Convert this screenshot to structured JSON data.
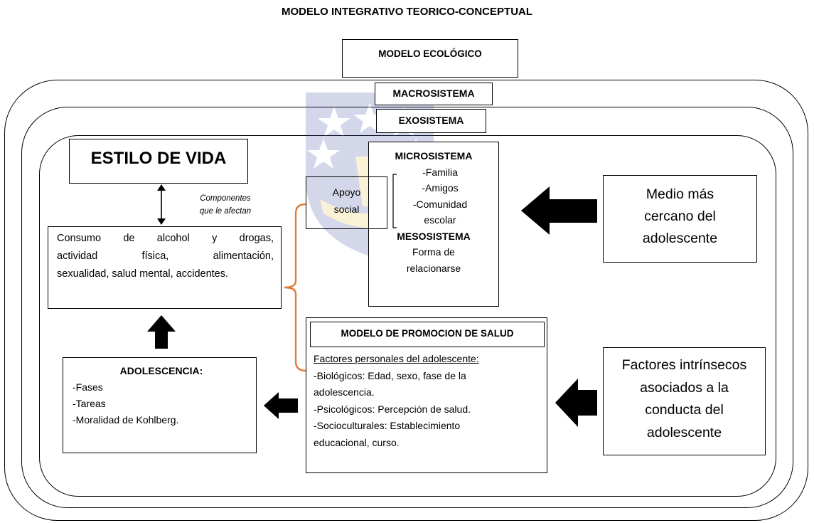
{
  "title": "MODELO INTEGRATIVO TEORICO-CONCEPTUAL",
  "ecologico": "MODELO ECOLÓGICO",
  "macro": "MACROSISTEMA",
  "exo": "EXOSISTEMA",
  "estilo": {
    "title": "ESTILO DE VIDA",
    "componentes": [
      "Componentes",
      "que le afectan"
    ],
    "consumo": [
      "Consumo de alcohol y drogas,",
      "actividad física, alimentación,",
      "sexualidad, salud mental, accidentes."
    ]
  },
  "apoyo": [
    "Apoyo",
    "social"
  ],
  "micro": {
    "title": "MICROSISTEMA",
    "items": [
      "-Familia",
      "-Amigos",
      "-Comunidad",
      "escolar"
    ],
    "meso_title": "MESOSISTEMA",
    "meso_items": [
      "Forma de",
      "relacionarse"
    ]
  },
  "medio": [
    "Medio más",
    "cercano del",
    "adolescente"
  ],
  "adolescencia": {
    "title": "ADOLESCENCIA:",
    "items": [
      "-Fases",
      "-Tareas",
      "-Moralidad de Kohlberg."
    ]
  },
  "promocion": {
    "title": "MODELO DE PROMOCION DE SALUD",
    "subtitle": "Factores personales del adolescente:",
    "lines": [
      "-Biológicos: Edad, sexo, fase de la",
      "adolescencia.",
      "-Psicológicos: Percepción de salud.",
      "-Socioculturales: Establecimiento",
      "educacional, curso."
    ]
  },
  "factores": [
    "Factores intrínsecos",
    "asociados a la",
    "conducta del",
    "adolescente"
  ],
  "colors": {
    "bracket": "#e07b35",
    "watermark_blue": "#3a4fa0",
    "watermark_gold": "#e8c64a"
  }
}
